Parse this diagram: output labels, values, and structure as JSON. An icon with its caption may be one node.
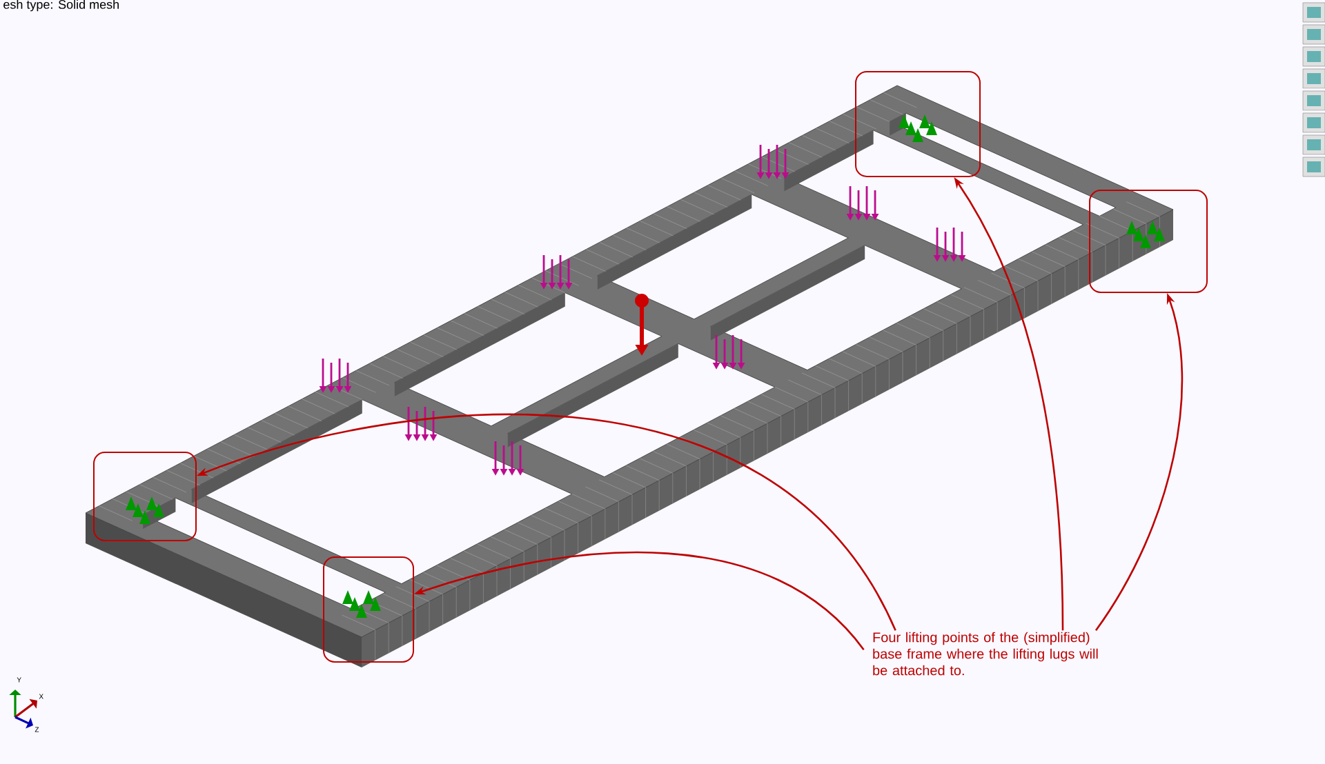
{
  "diagram": {
    "nodes": [
      {
        "text": [],
        "shape": "box"
      },
      {
        "text": [],
        "shape": "box"
      },
      {
        "text": [],
        "shape": "box"
      },
      {
        "text": [],
        "shape": "box"
      },
      {
        "text": [
          "Four lifting points of the (simplified) base frame where the lifting lugs will be attached to."
        ]
      }
    ],
    "edges": [
      {
        "from": 4,
        "to": 0,
        "arrow": "to"
      },
      {
        "from": 4,
        "to": 1,
        "arrow": "to"
      },
      {
        "from": 4,
        "to": 2,
        "arrow": "to"
      },
      {
        "from": 4,
        "to": 3,
        "arrow": "to"
      }
    ],
    "labels": [
      "esh type: Solid mesh",
      "Y",
      "X",
      "Z"
    ]
  }
}
